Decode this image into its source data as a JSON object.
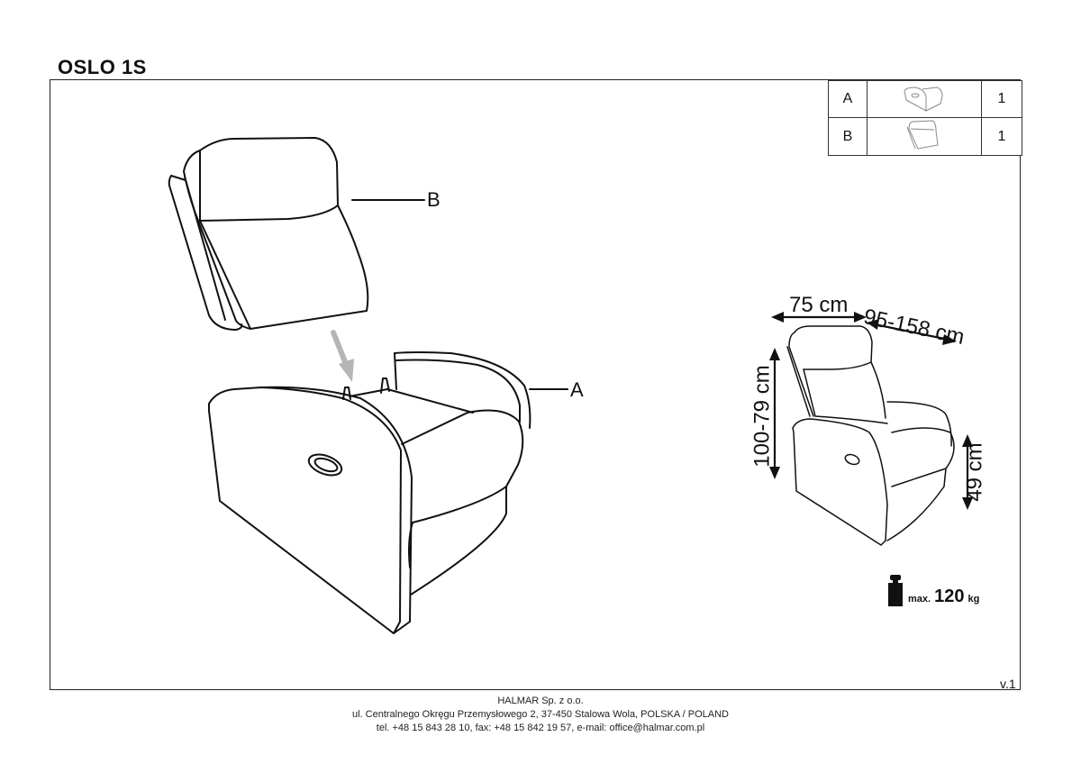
{
  "document": {
    "title": "OSLO 1S",
    "version": "v.1"
  },
  "parts_table": {
    "rows": [
      {
        "letter": "A",
        "thumbnail": "chair-base-icon",
        "qty": "1"
      },
      {
        "letter": "B",
        "thumbnail": "backrest-icon",
        "qty": "1"
      }
    ]
  },
  "assembly": {
    "callouts": [
      {
        "letter": "B",
        "part": "backrest"
      },
      {
        "letter": "A",
        "part": "seat-base"
      }
    ],
    "arrow": "insert-arrow-icon",
    "arrow_color": "#b5b5b5"
  },
  "dimensions": {
    "width": "75 cm",
    "depth": "95-158 cm",
    "height": "100-79 cm",
    "seat_height": "49 cm"
  },
  "max_load": {
    "icon": "weight-icon",
    "prefix": "max.",
    "value": "120",
    "unit": "kg"
  },
  "footer": {
    "company": "HALMAR Sp. z o.o.",
    "address": "ul. Centralnego Okręgu Przemysłowego 2, 37-450 Stalowa Wola, POLSKA / POLAND",
    "contact": "tel. +48 15 843 28 10, fax: +48 15 842 19 57, e-mail: office@halmar.com.pl"
  }
}
